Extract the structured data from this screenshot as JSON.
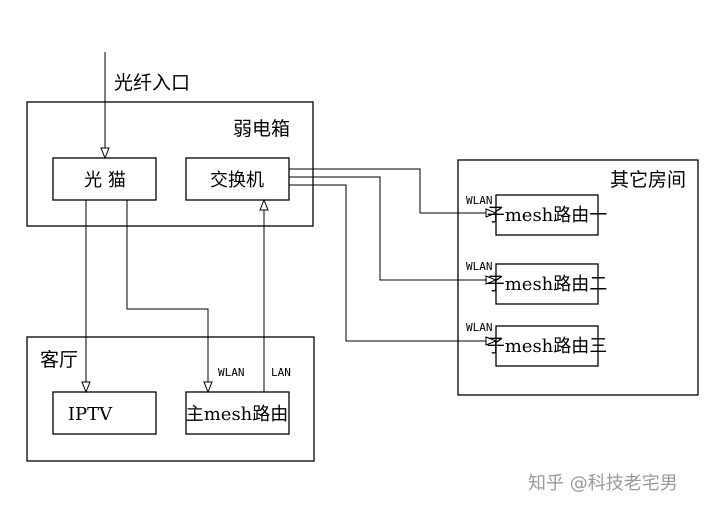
{
  "labels": {
    "fiber_inlet": "光纤入口",
    "weak_box": "弱电箱",
    "optical_modem": "光 猫",
    "switch": "交换机",
    "other_rooms": "其它房间",
    "child_router_1": "子mesh路由一",
    "child_router_2": "子mesh路由二",
    "child_router_3": "子mesh路由三",
    "living_room": "客厅",
    "iptv": "IPTV",
    "main_router": "主mesh路由",
    "wlan": "WLAN",
    "lan": "LAN"
  },
  "watermark": "知乎 @科技老宅男",
  "colors": {
    "line": "#000000",
    "watermark": "#9a9a9a",
    "background": "#ffffff"
  }
}
